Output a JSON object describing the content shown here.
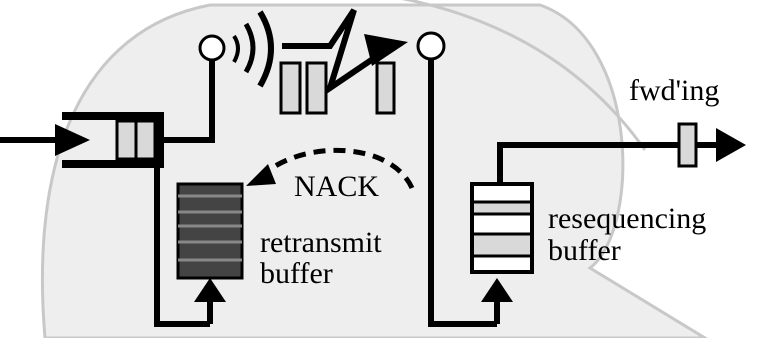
{
  "labels": {
    "fwd": "fwd'ing",
    "nack": "NACK",
    "retransmit_line1": "retransmit",
    "retransmit_line2": "buffer",
    "reseq_line1": "resequencing",
    "reseq_line2": "buffer"
  },
  "colors": {
    "ink": "#000000",
    "background": "#ffffff",
    "region_fill": "#eeeeee",
    "region_outline": "#c8c8c8",
    "packet_fill": "#d9d9d9",
    "retransmit_fill": "#444444",
    "retransmit_stripe": "#888888"
  },
  "icons": [
    "wireless-signal-icon",
    "lightning-link-icon",
    "arrow-right-icon",
    "arrow-up-icon"
  ]
}
